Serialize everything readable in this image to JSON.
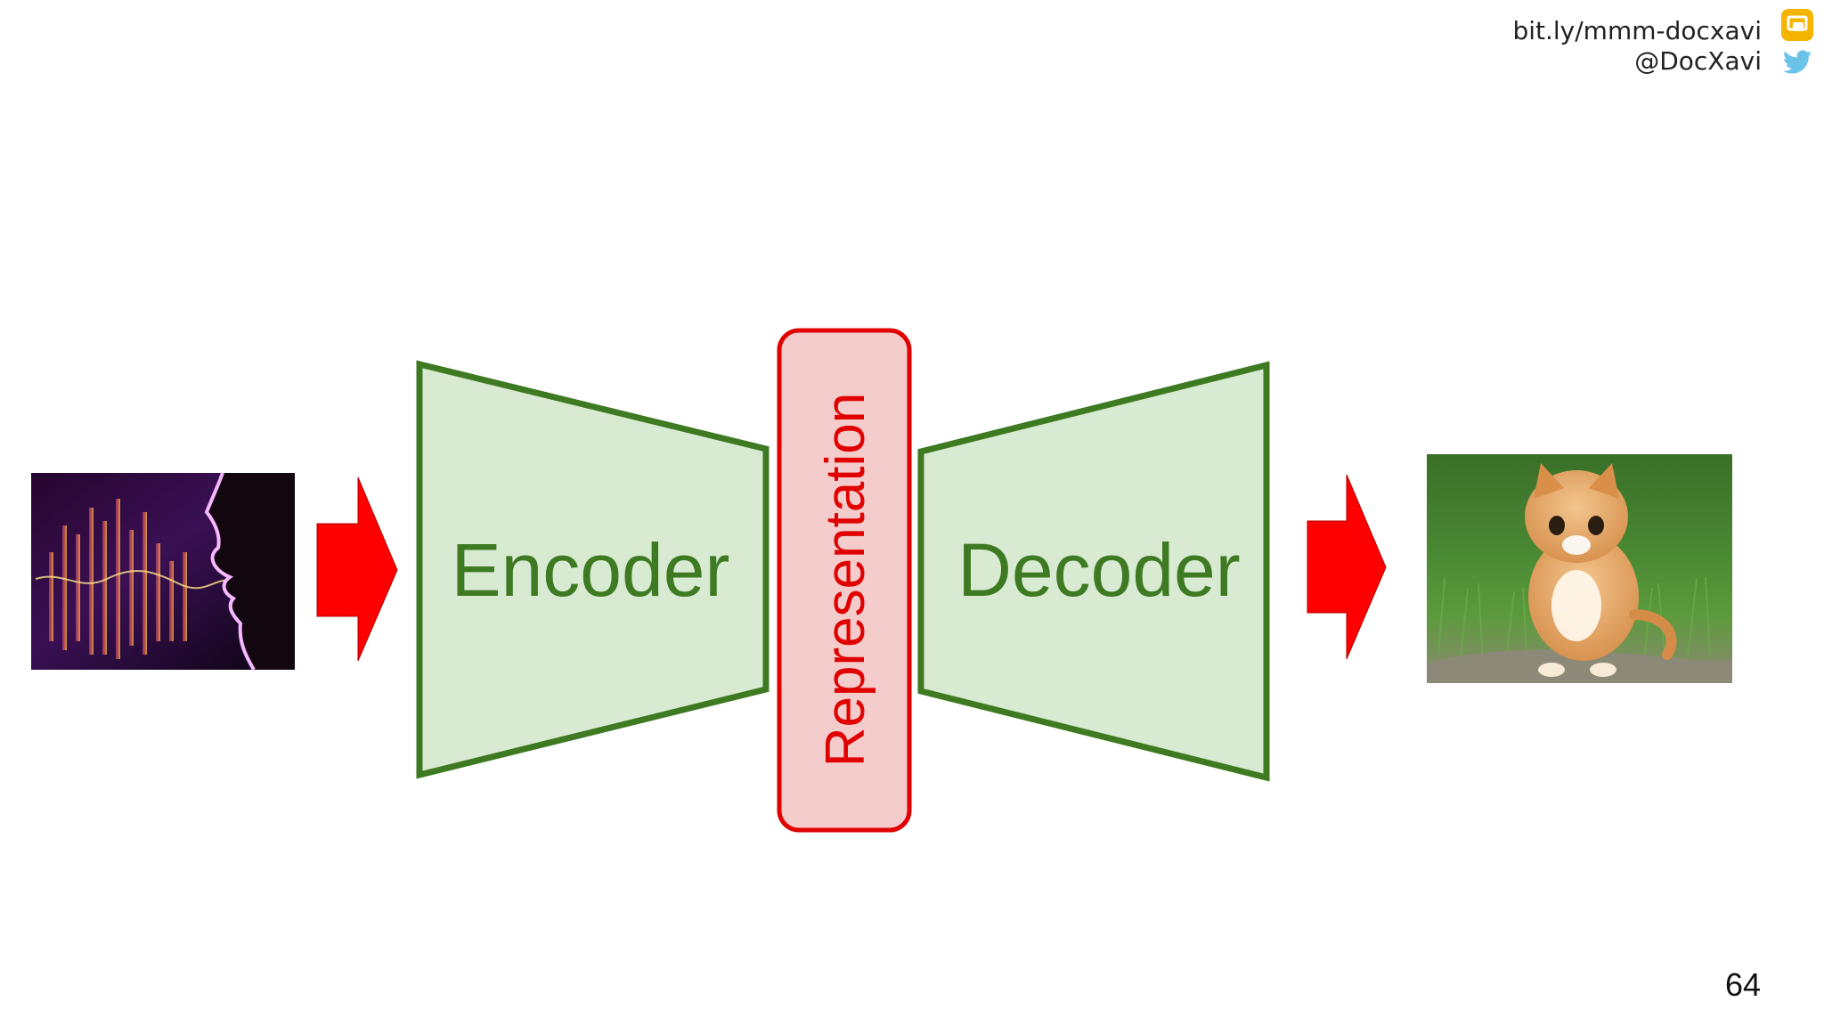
{
  "header": {
    "link": "bit.ly/mmm-docxavi",
    "twitter": "@DocXavi",
    "icons": [
      "google-slides-icon",
      "twitter-bird-icon"
    ]
  },
  "diagram": {
    "encoder_label": "Encoder",
    "representation_label": "Representation",
    "decoder_label": "Decoder",
    "input_image": "speech-voice-waveform-image",
    "output_image": "kitten-on-grass-image",
    "colors": {
      "block_fill": "#d9ead3",
      "block_stroke": "#3d7a22",
      "representation_fill": "#f4cccc",
      "representation_stroke": "#e00000",
      "arrow": "#ff0000"
    }
  },
  "footer": {
    "page_number": "64"
  }
}
